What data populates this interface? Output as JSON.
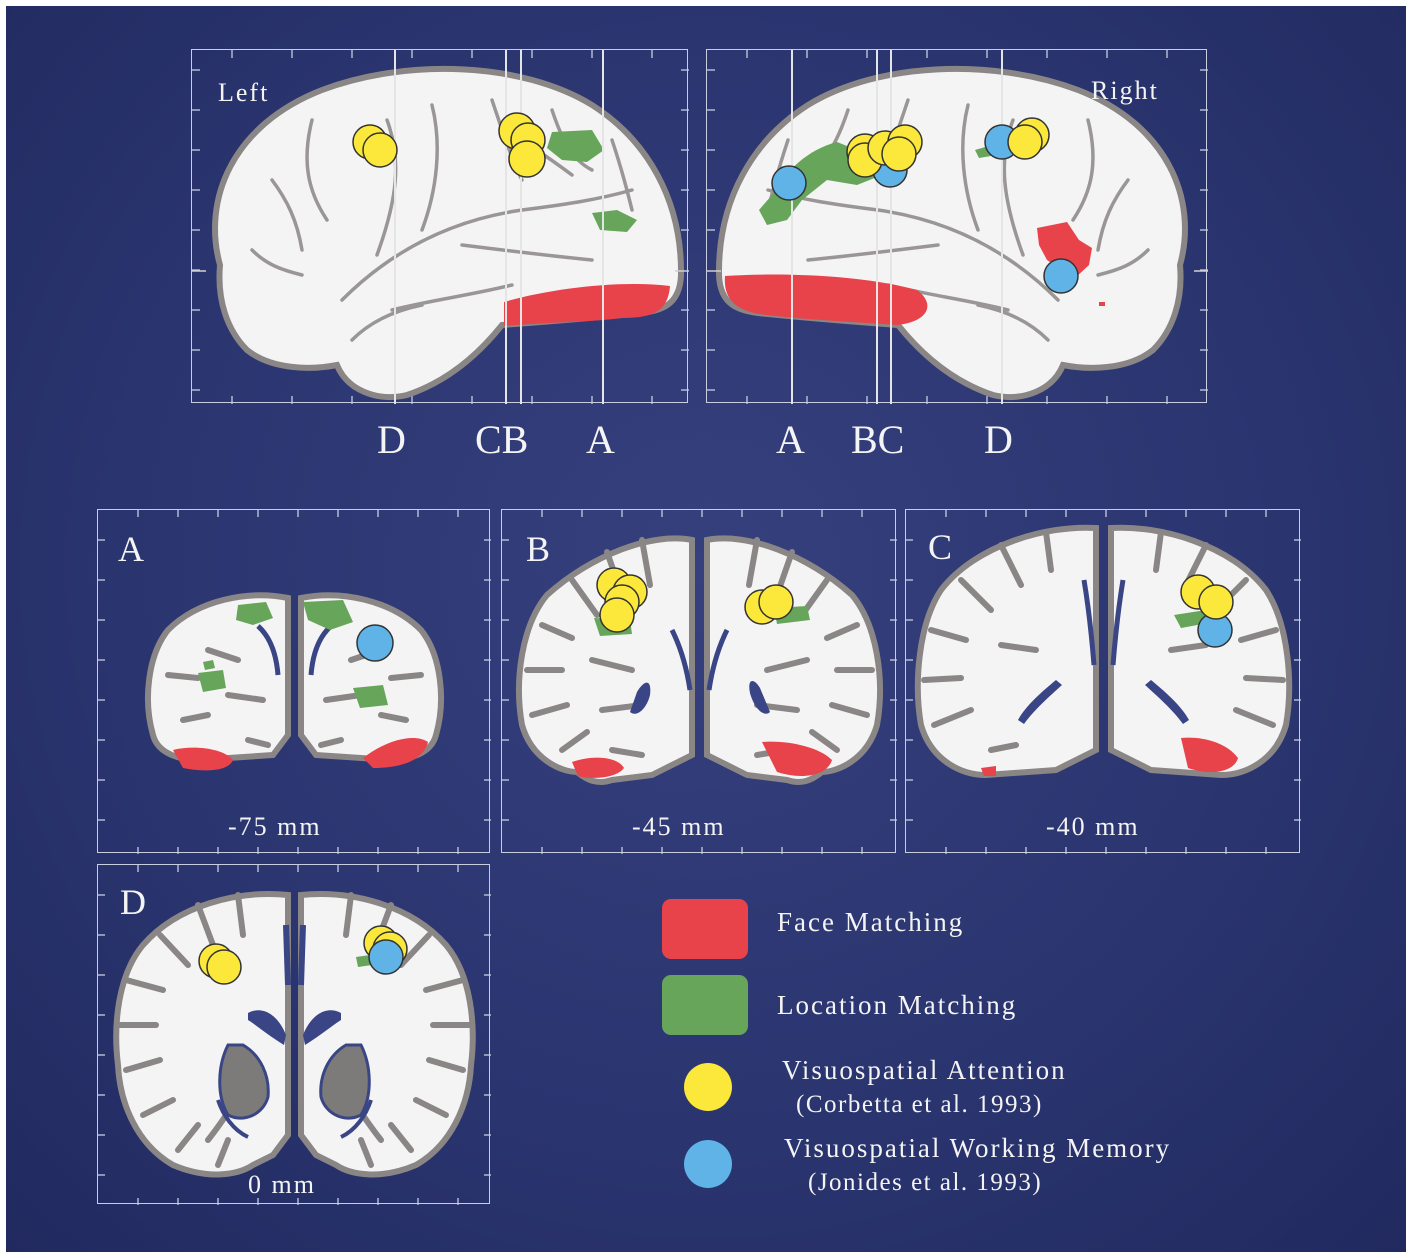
{
  "hemisphere_labels": {
    "left": "Left",
    "right": "Right"
  },
  "cut_labels": {
    "left": [
      "D",
      "CB",
      "A"
    ],
    "right": [
      "A",
      "BC",
      "D"
    ]
  },
  "sections": [
    {
      "letter": "A",
      "depth": "-75 mm"
    },
    {
      "letter": "B",
      "depth": "-45 mm"
    },
    {
      "letter": "C",
      "depth": "-40 mm"
    },
    {
      "letter": "D",
      "depth": "0 mm"
    }
  ],
  "legend": [
    {
      "label": "Face Matching",
      "sub": "",
      "color": "#e8424a",
      "shape": "square"
    },
    {
      "label": "Location Matching",
      "sub": "",
      "color": "#66a55a",
      "shape": "square"
    },
    {
      "label": "Visuospatial Attention",
      "sub": "(Corbetta et al. 1993)",
      "color": "#fbe83a",
      "shape": "circle"
    },
    {
      "label": "Visuospatial Working Memory",
      "sub": "(Jonides et al. 1993)",
      "color": "#5fb3e6",
      "shape": "circle"
    }
  ],
  "colors": {
    "background": "#2b3570",
    "face_matching": "#e8424a",
    "location_matching": "#66a55a",
    "attention": "#fbe83a",
    "working_memory": "#5fb3e6",
    "cortex_outline": "#8a8686",
    "white_matter": "#f4f4f4"
  }
}
